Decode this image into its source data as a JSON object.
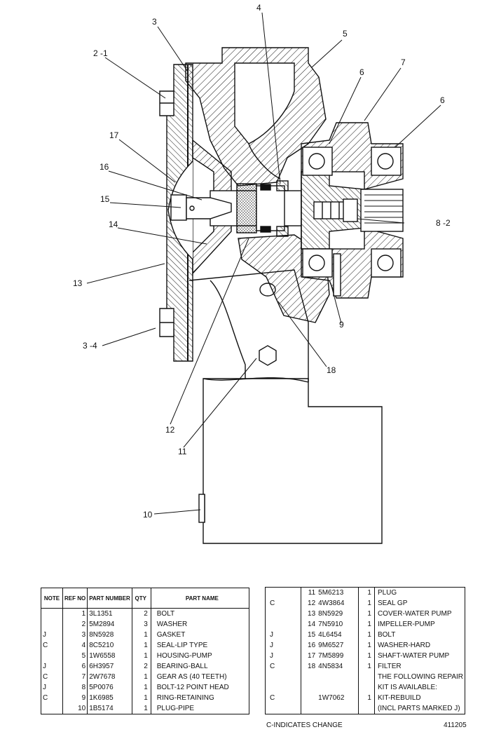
{
  "callouts": {
    "c2_1": "2 -1",
    "c3": "3",
    "c4": "4",
    "c5": "5",
    "c6a": "6",
    "c7": "7",
    "c6b": "6",
    "c17": "17",
    "c16": "16",
    "c15": "15",
    "c14": "14",
    "c8_2": "8 -2",
    "c13": "13",
    "c9": "9",
    "c3_4": "3 -4",
    "c18": "18",
    "c12": "12",
    "c11": "11",
    "c10": "10"
  },
  "table_left": {
    "headers": {
      "note": "NOTE",
      "ref": "REF NO",
      "part": "PART NUMBER",
      "qty": "QTY",
      "name": "PART NAME"
    },
    "rows": [
      {
        "note": "",
        "ref": "1",
        "part": "3L1351",
        "qty": "2",
        "name": "BOLT"
      },
      {
        "note": "",
        "ref": "2",
        "part": "5M2894",
        "qty": "3",
        "name": "WASHER"
      },
      {
        "note": "J",
        "ref": "3",
        "part": "8N5928",
        "qty": "1",
        "name": "GASKET"
      },
      {
        "note": "C",
        "ref": "4",
        "part": "8C5210",
        "qty": "1",
        "name": "SEAL-LIP TYPE"
      },
      {
        "note": "",
        "ref": "5",
        "part": "1W6558",
        "qty": "1",
        "name": "HOUSING-PUMP"
      },
      {
        "note": "J",
        "ref": "6",
        "part": "6H3957",
        "qty": "2",
        "name": "BEARING-BALL"
      },
      {
        "note": "C",
        "ref": "7",
        "part": "2W7678",
        "qty": "1",
        "name": "GEAR AS (40 TEETH)"
      },
      {
        "note": "J",
        "ref": "8",
        "part": "5P0076",
        "qty": "1",
        "name": "BOLT-12 POINT HEAD"
      },
      {
        "note": "C",
        "ref": "9",
        "part": "1K6985",
        "qty": "1",
        "name": "RING-RETAINING"
      },
      {
        "note": "",
        "ref": "10",
        "part": "1B5174",
        "qty": "1",
        "name": "PLUG-PIPE"
      }
    ]
  },
  "table_right": {
    "rows": [
      {
        "note": "",
        "ref": "11",
        "part": "5M6213",
        "qty": "1",
        "name": "PLUG"
      },
      {
        "note": "C",
        "ref": "12",
        "part": "4W3864",
        "qty": "1",
        "name": "SEAL GP"
      },
      {
        "note": "",
        "ref": "13",
        "part": "8N5929",
        "qty": "1",
        "name": "COVER-WATER PUMP"
      },
      {
        "note": "",
        "ref": "14",
        "part": "7N5910",
        "qty": "1",
        "name": "IMPELLER-PUMP"
      },
      {
        "note": "J",
        "ref": "15",
        "part": "4L6454",
        "qty": "1",
        "name": "BOLT"
      },
      {
        "note": "J",
        "ref": "16",
        "part": "9M6527",
        "qty": "1",
        "name": "WASHER-HARD"
      },
      {
        "note": "J",
        "ref": "17",
        "part": "7M5899",
        "qty": "1",
        "name": "SHAFT-WATER PUMP"
      },
      {
        "note": "C",
        "ref": "18",
        "part": "4N5834",
        "qty": "1",
        "name": "FILTER"
      },
      {
        "note": "",
        "ref": "",
        "part": "",
        "qty": "",
        "name": "THE FOLLOWING REPAIR"
      },
      {
        "note": "",
        "ref": "",
        "part": "",
        "qty": "",
        "name": "KIT IS AVAILABLE:"
      },
      {
        "note": "C",
        "ref": "",
        "part": "1W7062",
        "qty": "1",
        "name": "KIT-REBUILD"
      },
      {
        "note": "",
        "ref": "",
        "part": "",
        "qty": "",
        "name": "(INCL PARTS MARKED J)"
      }
    ]
  },
  "footnote": "C-INDICATES CHANGE",
  "doc_number": "411205"
}
